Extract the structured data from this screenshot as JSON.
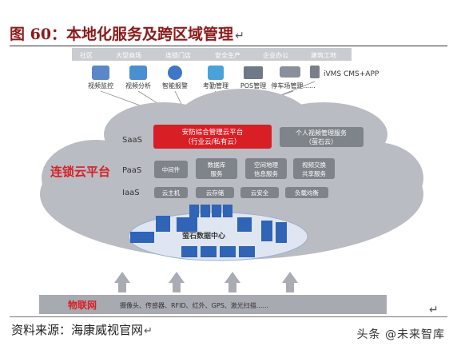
{
  "title": "图 60：本地化服务及跨区域管理",
  "para_mark": "↵",
  "source": "资料来源：海康威视官网",
  "watermark": "头条 @未来智库",
  "top_tabs": [
    "社区",
    "大型商场",
    "连锁门店",
    "安全生产",
    "企业办公",
    "建筑工地"
  ],
  "apps": [
    "视频监控",
    "视频分析",
    "智能报警",
    "考勤管理",
    "POS管理",
    "停车场管理......"
  ],
  "ivms_label": "iVMS CMS+APP",
  "cloud_title": "连锁云平台",
  "layers": {
    "saas": "SaaS",
    "paas": "PaaS",
    "iaas": "IaaS"
  },
  "saas_main": {
    "line1": "安防综合管理云平台",
    "line2": "（行业云/私有云）"
  },
  "saas_side": {
    "line1": "个人视频管理服务",
    "line2": "（萤石云）"
  },
  "paas_items": [
    {
      "line1": "中间件",
      "line2": ""
    },
    {
      "line1": "数据库",
      "line2": "服务"
    },
    {
      "line1": "空间地理",
      "line2": "信息服务"
    },
    {
      "line1": "视频交换",
      "line2": "共享服务"
    }
  ],
  "iaas_items": [
    "云主机",
    "云存储",
    "云安全",
    "负载均衡"
  ],
  "datacenter_label": "萤石数据中心",
  "iot_label": "物联网",
  "iot_devices": "摄像头、传感器、RFID、红外、GPS、激光扫描......",
  "colors": {
    "title": "#8c1a1a",
    "accent_red": "#d81f26",
    "cloud_fill": "#b9bcc2",
    "chip_fill": "#7f838a",
    "iot_bar": "#a7aab0",
    "datacenter_fill": "#2f64b6"
  }
}
